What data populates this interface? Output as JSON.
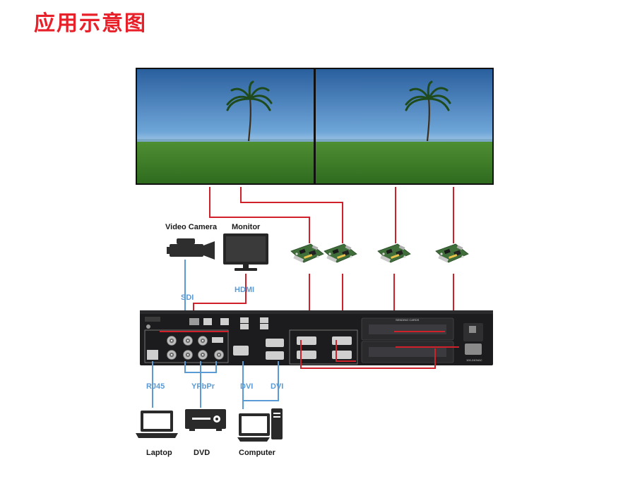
{
  "page": {
    "title": "应用示意图"
  },
  "devices": {
    "video_camera": "Video Camera",
    "monitor": "Monitor",
    "laptop": "Laptop",
    "dvd": "DVD",
    "computer": "Computer"
  },
  "signals": {
    "sdi": "SDI",
    "hdmi": "HDMI",
    "rj45": "RJ45",
    "ypbpr": "YPbPr",
    "dvi_1": "DVI",
    "dvi_2": "DVI"
  },
  "colors": {
    "title": "#e8202a",
    "signal_red": "#d0202a",
    "signal_blue": "#5b9bd5",
    "chassis": "#1c1c1e"
  }
}
